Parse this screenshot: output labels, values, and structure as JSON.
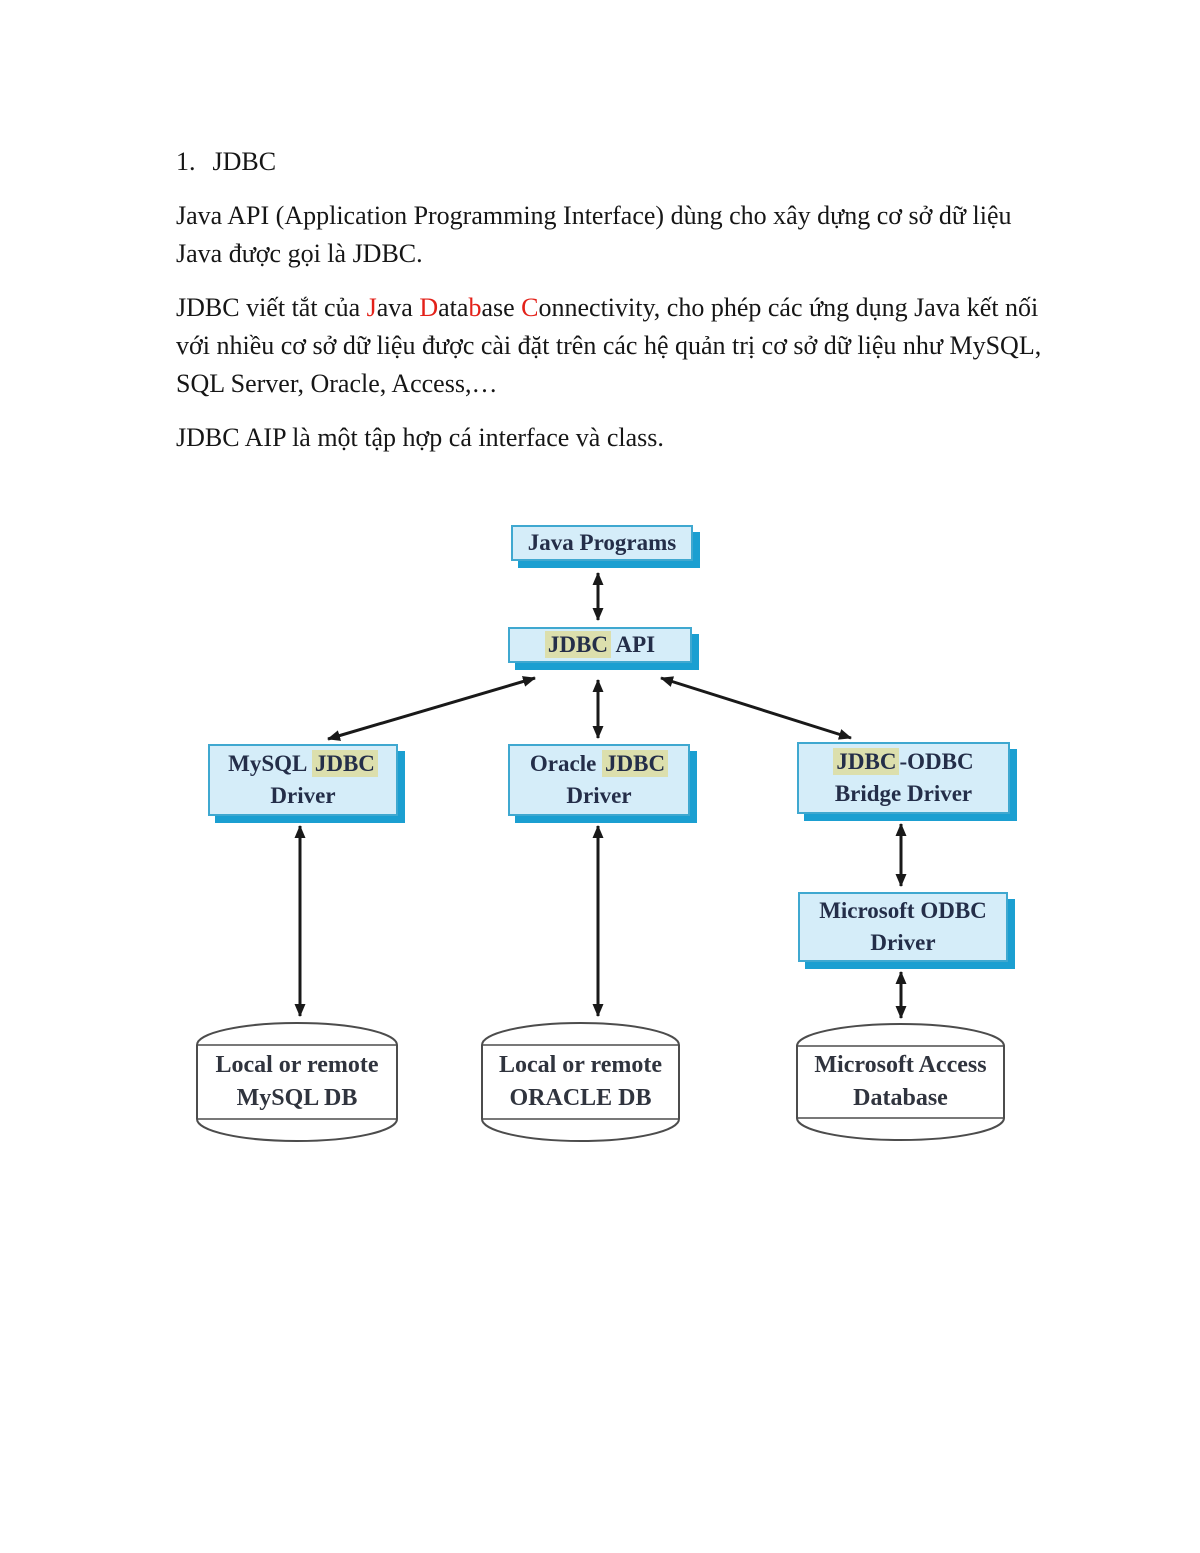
{
  "heading": {
    "number": "1.",
    "text": "JDBC"
  },
  "paragraphs": {
    "p1": "Java API (Application Programming Interface)  dùng cho xây dựng cơ sở dữ liệu Java được gọi là JDBC.",
    "p2_segments": [
      {
        "text": "JDBC viết tắt của ",
        "color": "default"
      },
      {
        "text": "J",
        "color": "red"
      },
      {
        "text": "ava ",
        "color": "default"
      },
      {
        "text": "D",
        "color": "red"
      },
      {
        "text": "ata",
        "color": "default"
      },
      {
        "text": "b",
        "color": "red"
      },
      {
        "text": "ase ",
        "color": "default"
      },
      {
        "text": "C",
        "color": "red"
      },
      {
        "text": "onnectivity, cho phép các ứng dụng Java kết nối với nhiều cơ sở dữ liệu được cài đặt trên các hệ quản trị cơ sở dữ liệu như MySQL, SQL Server, Oracle, Access,…",
        "color": "default"
      }
    ],
    "p3": "JDBC AIP là một tập hợp cá interface và class."
  },
  "diagram": {
    "java_programs": {
      "label": "Java Programs"
    },
    "jdbc_api": {
      "hl": "JDBC",
      "post": " API"
    },
    "mysql_driver": {
      "pre": "MySQL ",
      "hl": "JDBC",
      "line2": "Driver"
    },
    "oracle_driver": {
      "pre": "Oracle ",
      "hl": "JDBC",
      "line2": "Driver"
    },
    "jdbc_odbc_driver": {
      "hl": "JDBC",
      "post": "-ODBC",
      "line2": "Bridge Driver"
    },
    "ms_odbc_driver": {
      "line1": "Microsoft ODBC",
      "line2": "Driver"
    },
    "mysql_db": {
      "line1": "Local or remote",
      "line2": "MySQL DB"
    },
    "oracle_db": {
      "line1": "Local or remote",
      "line2": "ORACLE DB"
    },
    "access_db": {
      "line1": "Microsoft Access",
      "line2": "Database"
    }
  },
  "colors": {
    "box_fill": "#d5edf9",
    "box_border": "#3fa8d0",
    "box_shadow": "#1b9fd1",
    "highlight": "#dcdfad",
    "box_text": "#242e49",
    "red_letter": "#e32119",
    "arrow": "#191919",
    "cylinder_stroke": "#4c4c4c",
    "body_text": "#161616"
  }
}
